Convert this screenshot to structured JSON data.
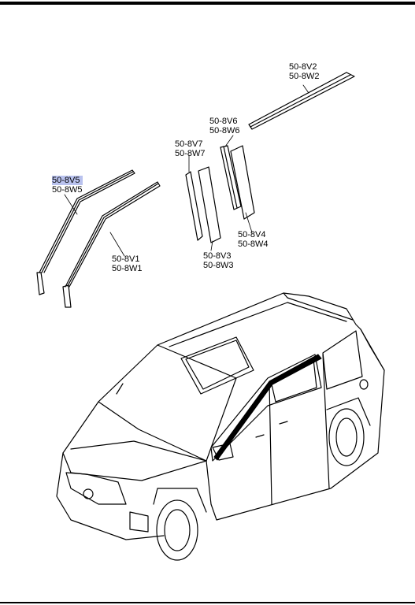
{
  "callouts": {
    "v2": {
      "line1": "50-8V2",
      "line2": "50-8W2"
    },
    "v6": {
      "line1": "50-8V6",
      "line2": "50-8W6"
    },
    "v7": {
      "line1": "50-8V7",
      "line2": "50-8W7"
    },
    "v5": {
      "line1": "50-8V5",
      "line2": "50-8W5"
    },
    "v4": {
      "line1": "50-8V4",
      "line2": "50-8W4"
    },
    "v3": {
      "line1": "50-8V3",
      "line2": "50-8W3"
    },
    "v1": {
      "line1": "50-8V1",
      "line2": "50-8W1"
    }
  },
  "highlight_color": "#b9c2ee"
}
